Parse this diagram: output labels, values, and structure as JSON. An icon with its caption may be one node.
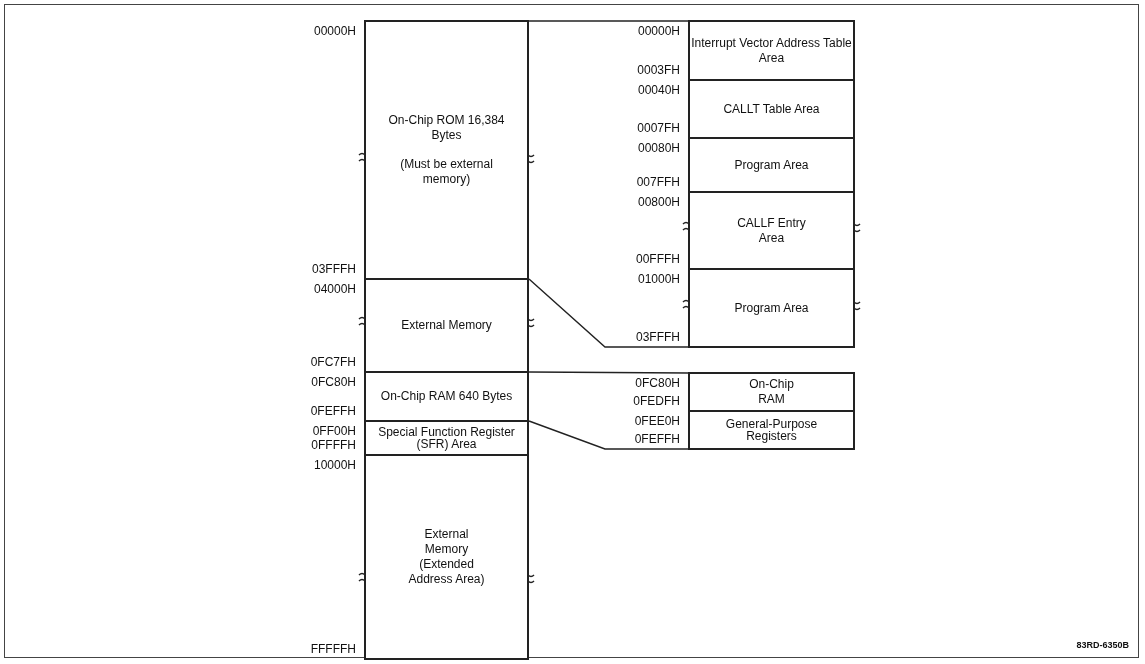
{
  "diagram": {
    "nodes": [
      {
        "text": [
          "On-Chip ROM 16,384 Bytes",
          "(Must be external memory)"
        ],
        "beside": [
          "00000H",
          "03FFFH"
        ]
      },
      {
        "text": [
          "External Memory"
        ],
        "beside": [
          "04000H",
          "0FC7FH"
        ]
      },
      {
        "text": [
          "On-Chip RAM 640 Bytes"
        ],
        "beside": [
          "0FC80H",
          "0FEFFH"
        ]
      },
      {
        "text": [
          "Special Function Register (SFR) Area"
        ],
        "beside": [
          "0FF00H",
          "0FFFFH"
        ]
      },
      {
        "text": [
          "External Memory (Extended Address Area)"
        ],
        "beside": [
          "10000H",
          "FFFFFH"
        ]
      },
      {
        "text": [
          "Interrupt Vector Address Table Area"
        ],
        "beside": [
          "00000H",
          "0003FH"
        ]
      },
      {
        "text": [
          "CALLT Table Area"
        ],
        "beside": [
          "00040H",
          "0007FH"
        ]
      },
      {
        "text": [
          "Program Area"
        ],
        "beside": [
          "00080H",
          "007FFH"
        ]
      },
      {
        "text": [
          "CALLF Entry Area"
        ],
        "beside": [
          "00800H",
          "00FFFH"
        ]
      },
      {
        "text": [
          "Program Area"
        ],
        "beside": [
          "01000H",
          "03FFFH"
        ]
      },
      {
        "text": [
          "On-Chip RAM"
        ],
        "beside": [
          "0FC80H",
          "0FEDFH"
        ]
      },
      {
        "text": [
          "General-Purpose Registers"
        ],
        "beside": [
          "0FEE0H",
          "0FEFFH"
        ]
      }
    ],
    "edges": [
      {
        "from": 0,
        "to": 5,
        "arrow": "none"
      },
      {
        "from": 0,
        "to": 9,
        "arrow": "none"
      },
      {
        "from": 2,
        "to": 10,
        "arrow": "none"
      },
      {
        "from": 2,
        "to": 11,
        "arrow": "none"
      }
    ],
    "labels": [
      "83RD-6350B"
    ]
  }
}
